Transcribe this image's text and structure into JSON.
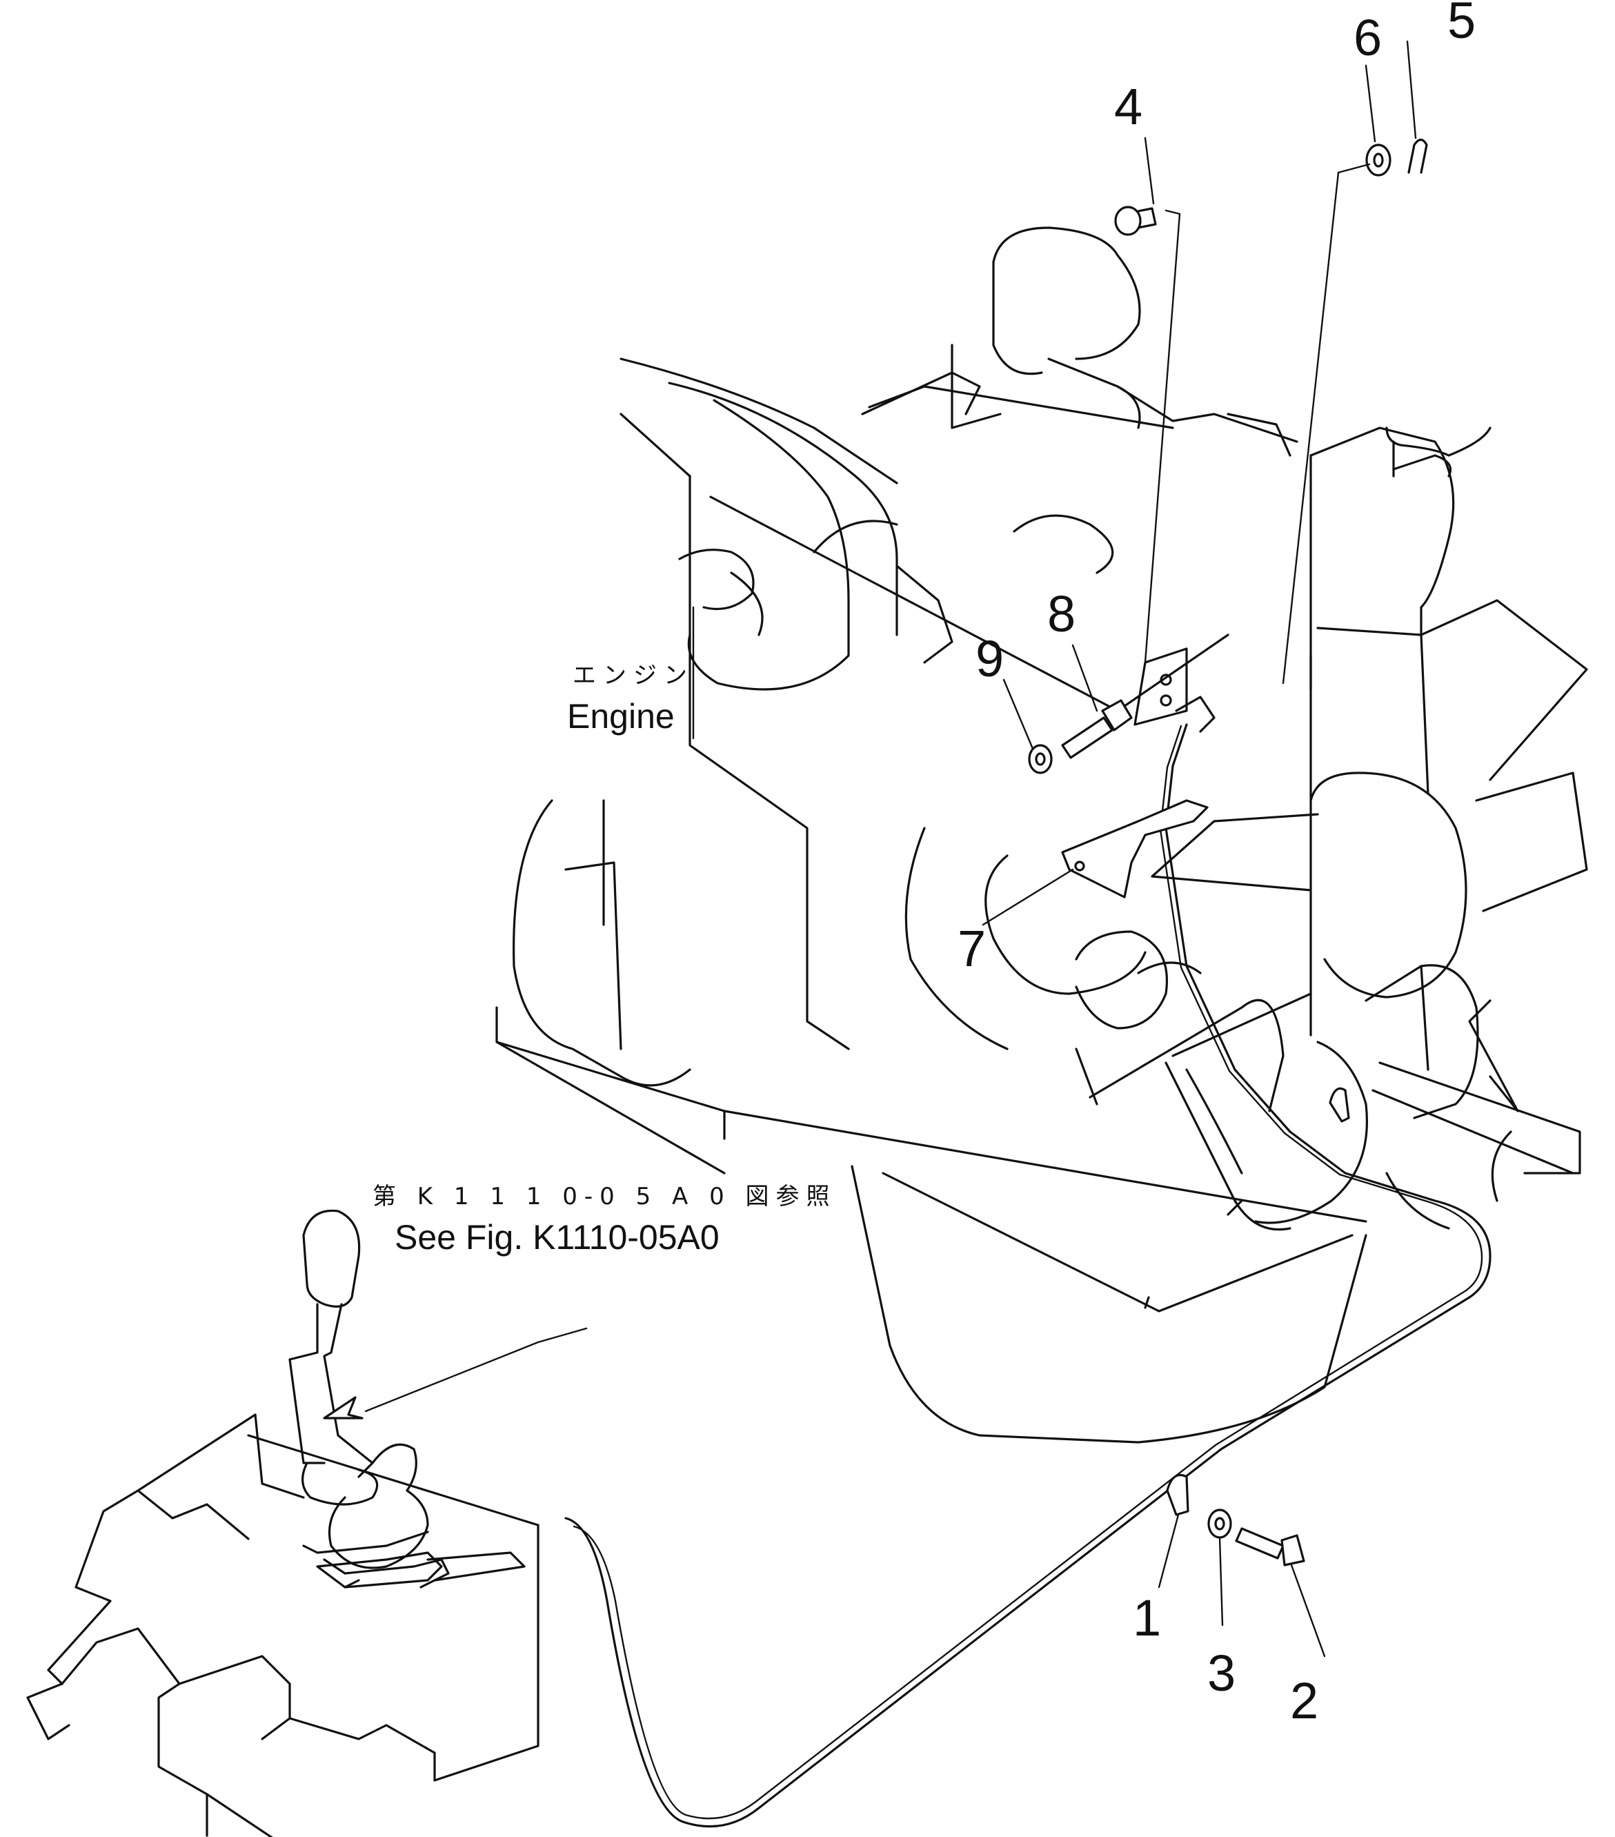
{
  "engine_label": {
    "japanese": "エンジン",
    "english": "Engine"
  },
  "reference_note": {
    "japanese": "第 K 1 1 1 0-0 5 A 0 図参照",
    "english": "See Fig. K1110-05A0"
  },
  "callouts": [
    "1",
    "2",
    "3",
    "4",
    "5",
    "6",
    "7",
    "8",
    "9"
  ]
}
